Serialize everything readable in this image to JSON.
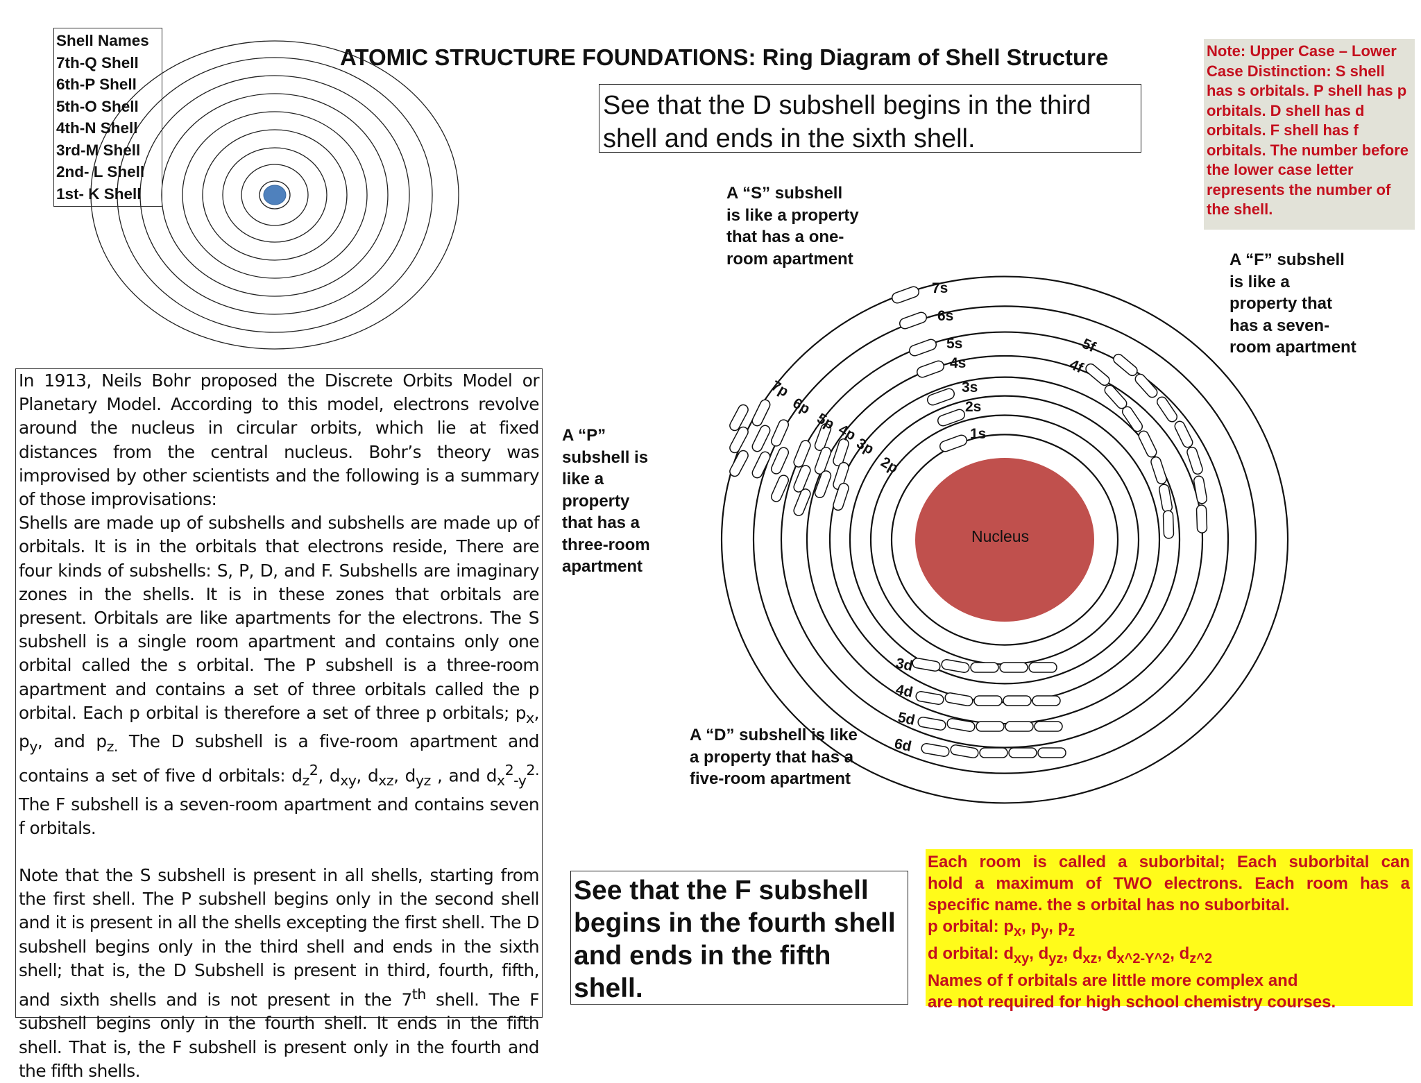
{
  "title": "ATOMIC STRUCTURE FOUNDATIONS: Ring Diagram of Shell Structure",
  "shell_legend": {
    "header": "Shell Names",
    "items": [
      "7th-Q Shell",
      "6th-P Shell",
      "5th-O Shell",
      "4th-N Shell",
      "3rd-M Shell",
      "2nd- L Shell",
      "1st- K Shell"
    ]
  },
  "d_statement": "See that the D subshell begins in the third shell and ends in the sixth shell.",
  "f_statement": "See that the F subshell begins in the fourth shell and ends in the fifth shell.",
  "note_box": {
    "text": "Note: Upper Case – Lower Case Distinction: S shell has  s orbitals. P shell has p orbitals. D shell has d orbitals. F shell has f orbitals. The number before the lower case letter represents the number of the shell."
  },
  "explanation": {
    "p1_start": "In 1913, Neils Bohr proposed the Discrete Orbits Model or Planetary Model. According to this model, electrons revolve around the nucleus in circular orbits, which lie at fixed distances from the central nucleus. Bohr’s theory was improvised by other scientists and the following is a summary of those improvisations:",
    "p2_start": "Shells are made up of subshells and subshells are made up of orbitals. It is in the orbitals that electrons reside, There are four kinds of subshells: S, P, D, and F.  Subshells are imaginary zones in the shells. It is in these zones that orbitals are present. Orbitals are like apartments for the electrons. The S subshell is a single room apartment and contains only one orbital called the s orbital. The P subshell is a three-room apartment and contains a set of three orbitals called the p orbital. Each p orbital is therefore a set of three p orbitals; ",
    "p2_px": "p",
    "p2_px_sub": "x",
    "p2_py": "p",
    "p2_py_sub": "y",
    "p2_and": "and",
    "p2_pz": "p",
    "p2_pz_sub": "z.",
    "p2_mid": " The D subshell is a five-room apartment and contains a set of five d orbitals: ",
    "dz2_sub": "z",
    "dz2_sup": "2",
    "dxy_sub": "xy",
    "dxz_sub": "xz",
    "dyz_sub": "yz",
    "dx2_sub": "x",
    "dx2_sup": "2",
    "dy2_sub": "-y",
    "dy2_sup": "2.",
    "p2_end": "  The F subshell is a seven-room apartment and contains seven  f orbitals.",
    "p3_start": "Note that the S subshell is present in all shells, starting from the first shell. The P subshell begins only in the second shell and it is present in all the shells excepting the first shell. The D subshell begins only in the third shell and ends in the sixth shell; that is, the D Subshell is present in third, fourth, fifth, and sixth shells and is not present in the 7",
    "p3_sup": "th",
    "p3_end": " shell. The F subshell begins only in the fourth shell. It ends in the fifth shell. That is, the F subshell is present only in the fourth and the fifth shells."
  },
  "callouts": {
    "s": [
      "A “S” subshell",
      "is like a property",
      "that has a one-",
      "room apartment"
    ],
    "p": [
      "A “P”",
      "subshell is",
      "like a",
      "property",
      "that has a",
      "three-room",
      "apartment"
    ],
    "d": [
      "A “D” subshell is like",
      "a property that has a",
      "five-room apartment"
    ],
    "f": [
      "A “F” subshell",
      "is like a",
      "property that",
      "has a  seven-",
      "room apartment"
    ]
  },
  "nucleus_label": "Nucleus",
  "subshell_labels": {
    "s": [
      "1s",
      "2s",
      "3s",
      "4s",
      "5s",
      "6s",
      "7s"
    ],
    "p": [
      "2p",
      "3p",
      "4p",
      "5p",
      "6p",
      "7p"
    ],
    "d": [
      "3d",
      "4d",
      "5d",
      "6d"
    ],
    "f": [
      "4f",
      "5f"
    ]
  },
  "suborbital_box": {
    "line1": "Each room is called a suborbital; Each suborbital can",
    "line2": "hold a maximum of  TWO electrons. Each room has a",
    "line3": "specific name. the s orbital has no suborbital.",
    "p_prefix": "p orbital: ",
    "p_items": [
      [
        "p",
        "x"
      ],
      [
        "p",
        "y"
      ],
      [
        "p",
        "z"
      ]
    ],
    "d_prefix": "d orbital: ",
    "d_items": [
      [
        "d",
        "xy"
      ],
      [
        "d",
        "yz"
      ],
      [
        "d",
        "xz"
      ],
      [
        "d",
        "x^2-Y^2"
      ],
      [
        "d",
        "z^2"
      ]
    ],
    "line6": "Names of f orbitals are little more complex and",
    "line7": "are not required for high school chemistry courses."
  },
  "colors": {
    "nucleus_left": "#4f81bd",
    "nucleus_right": "#c0504d",
    "note_text": "#c4101e",
    "note_bg": "#e2e2d8",
    "highlight_bg": "#fffb1a"
  }
}
